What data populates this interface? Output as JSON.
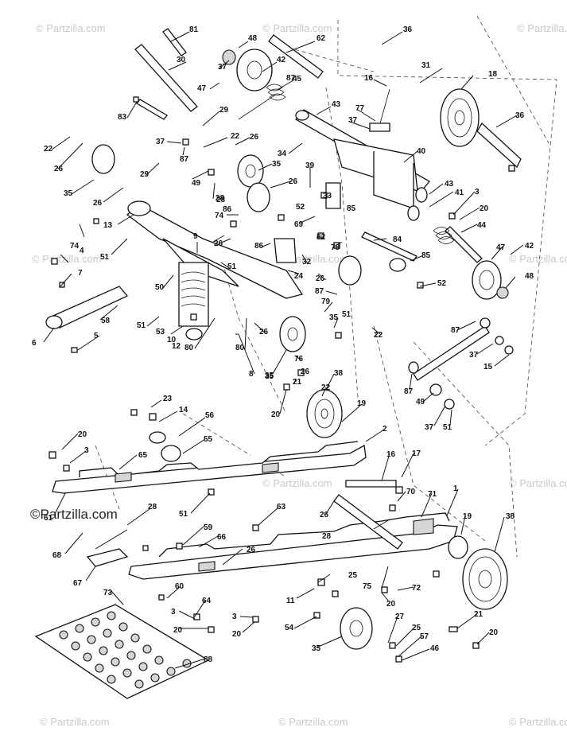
{
  "watermark": {
    "text": "© Partzilla.com",
    "brand": "©Partzilla.com"
  },
  "callouts": [
    "81",
    "48",
    "62",
    "36",
    "30",
    "37",
    "42",
    "47",
    "87",
    "45",
    "31",
    "16",
    "18",
    "29",
    "43",
    "77",
    "83",
    "37",
    "22",
    "26",
    "22",
    "37",
    "34",
    "36",
    "87",
    "40",
    "26",
    "29",
    "35",
    "49",
    "39",
    "26",
    "35",
    "43",
    "41",
    "3",
    "26",
    "28",
    "52",
    "33",
    "85",
    "20",
    "13",
    "74",
    "86",
    "69",
    "82",
    "84",
    "44",
    "74",
    "9",
    "26",
    "47",
    "42",
    "4",
    "51",
    "86",
    "78",
    "32",
    "85",
    "7",
    "51",
    "24",
    "52",
    "48",
    "50",
    "26",
    "87",
    "79",
    "35",
    "58",
    "51",
    "80",
    "26",
    "28",
    "10",
    "12",
    "35",
    "51",
    "6",
    "5",
    "22",
    "87",
    "53",
    "80",
    "8",
    "35",
    "76",
    "26",
    "38",
    "21",
    "15",
    "37",
    "22",
    "87",
    "49",
    "23",
    "14",
    "56",
    "20",
    "51",
    "37",
    "19",
    "20",
    "3",
    "55",
    "65",
    "2",
    "16",
    "17",
    "70",
    "71",
    "1",
    "61",
    "28",
    "51",
    "63",
    "26",
    "19",
    "38",
    "59",
    "66",
    "28",
    "68",
    "26",
    "67",
    "25",
    "11",
    "73",
    "60",
    "64",
    "75",
    "72",
    "3",
    "20",
    "20",
    "3",
    "20",
    "54",
    "27",
    "25",
    "57",
    "88",
    "21",
    "35",
    "46",
    "20"
  ]
}
